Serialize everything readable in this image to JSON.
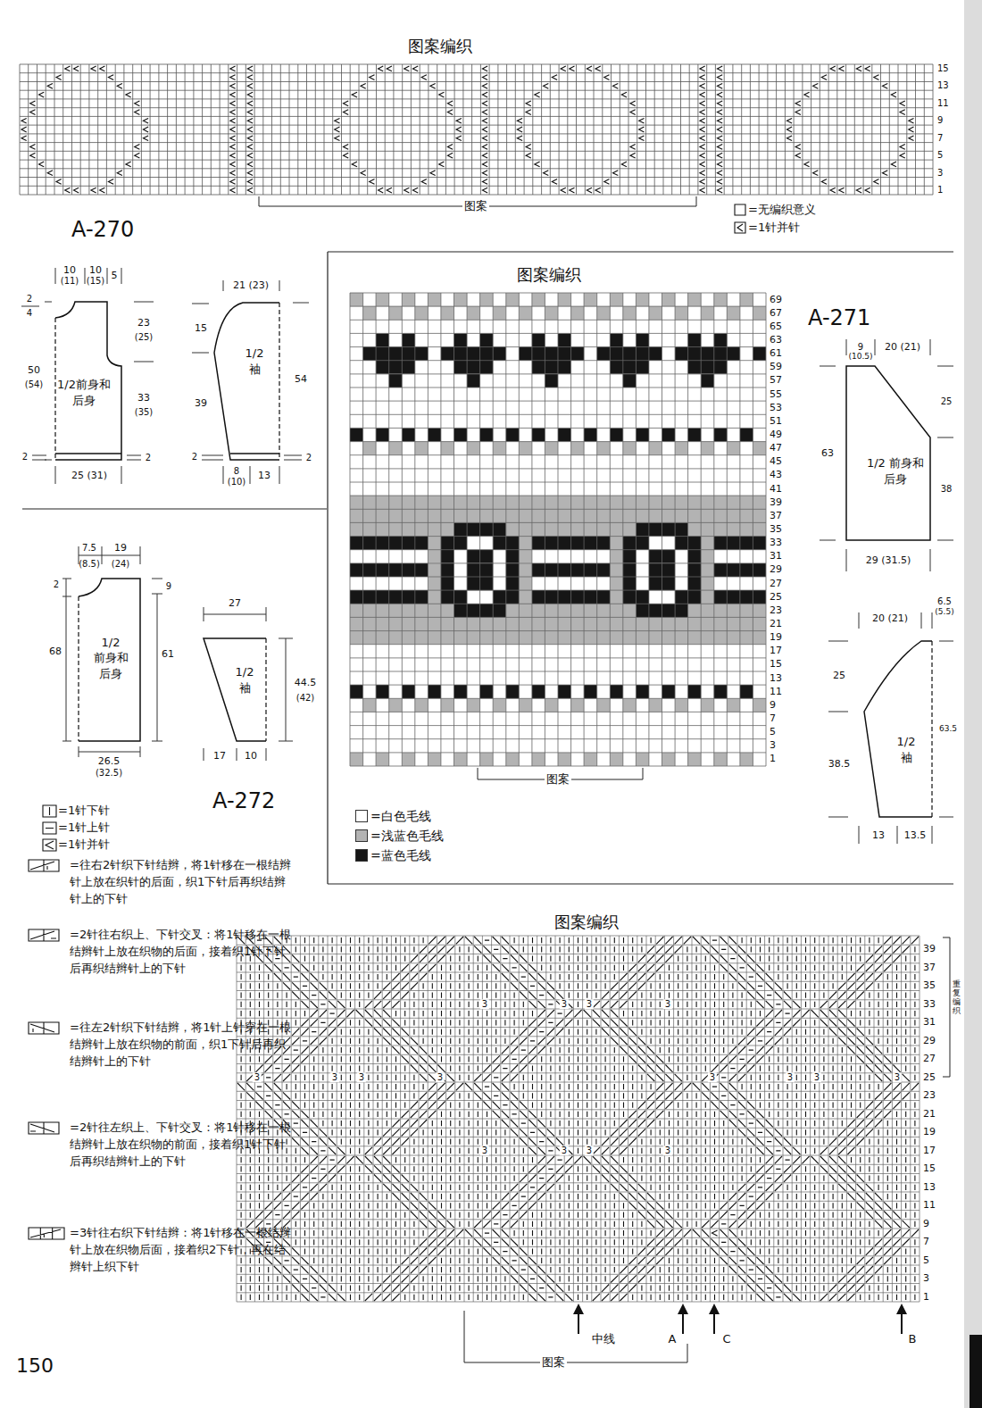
{
  "diagram": {
    "nodes": [
      {
        "text": [
          "1/2前身和 后身"
        ]
      },
      {
        "text": [
          "1/2 袖"
        ]
      },
      {
        "text": [
          "1/2 前身和 后身"
        ]
      },
      {
        "text": [
          "1/2 袖"
        ]
      },
      {
        "text": [
          "1/2 前身和 后身"
        ]
      },
      {
        "text": [
          "1/2 袖"
        ]
      }
    ],
    "labels": [
      "图案编织",
      "图案",
      "15",
      "13",
      "11",
      "9",
      "7",
      "5",
      "3",
      "1",
      "A-270",
      "10",
      "(11)",
      "10",
      "(15)",
      "5",
      "2",
      "4",
      "23",
      "(25)",
      "50",
      "(54)",
      "33",
      "(35)",
      "2",
      "2",
      "25 (31)",
      "21 (23)",
      "15",
      "39",
      "54",
      "2",
      "2",
      "8",
      "(10)",
      "13",
      "图案编织",
      "69",
      "67",
      "65",
      "63",
      "61",
      "59",
      "57",
      "55",
      "53",
      "51",
      "49",
      "47",
      "45",
      "43",
      "41",
      "39",
      "37",
      "35",
      "33",
      "31",
      "29",
      "27",
      "25",
      "23",
      "21",
      "19",
      "17",
      "15",
      "13",
      "11",
      "9",
      "7",
      "5",
      "3",
      "1",
      "图案",
      "A-271",
      "9",
      "(10.5)",
      "20 (21)",
      "25",
      "63",
      "38",
      "29 (31.5)",
      "6.5",
      "(5.5)",
      "20 (21)",
      "25",
      "38.5",
      "63.5",
      "13",
      "13.5",
      "7.5",
      "(8.5)",
      "19",
      "(24)",
      "2",
      "9",
      "68",
      "61",
      "26.5",
      "(32.5)",
      "27",
      "44.5",
      "(42)",
      "17",
      "10",
      "A-272",
      "图案编织",
      "39",
      "37",
      "35",
      "33",
      "31",
      "29",
      "27",
      "25",
      "23",
      "21",
      "19",
      "17",
      "15",
      "13",
      "11",
      "9",
      "7",
      "5",
      "3",
      "1",
      "3",
      "3",
      "3",
      "3",
      "3",
      "3",
      "3",
      "3",
      "3",
      "3",
      "3",
      "3",
      "3",
      "3",
      "3",
      "3",
      "中线",
      "A",
      "C",
      "B",
      "图案",
      "重复编织",
      "150"
    ],
    "legend": [
      {
        "text": "=无编织意义"
      },
      {
        "text": "=1针并针"
      },
      {
        "text": "=白色毛线",
        "color": "#ffffff"
      },
      {
        "text": "=浅蓝色毛线",
        "color": "#b3b3b3"
      },
      {
        "text": "=蓝色毛线",
        "color": "#161616"
      },
      {
        "text": "=1针下针"
      },
      {
        "text": "=1针上针"
      },
      {
        "text": "=1针并针"
      },
      {
        "text": "=往右2针织下针结辫，将1针移在一根结辫针上放在织针的后面，织1下针后再织结辫针上的下针"
      },
      {
        "text": "=2针往右织上、下针交叉：将1针移在一根结辫针上放在织物的后面，接着织1针下针后再织结辫针上的下针"
      },
      {
        "text": "=往左2针织下针结辫，将1针上针穿在一根结辫针上放在织物的前面，织1下针后再织结辫针上的下针"
      },
      {
        "text": "=2针往左织上、下针交叉：将1针移在一根结辫针上放在织物的前面，接着织1针下针后再织结辫针上的下针"
      },
      {
        "text": "=3针往右织下针结辫：将1针移在一根结辫针上放在织物后面，接着织2下针，再在结辫针上织下针"
      }
    ]
  }
}
